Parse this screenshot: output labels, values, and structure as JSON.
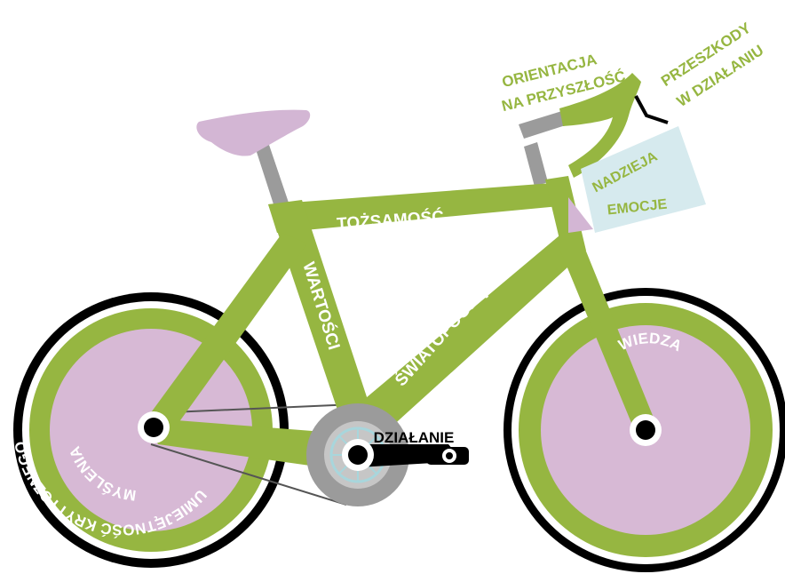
{
  "colors": {
    "green": "#96b641",
    "pink": "#d7b9d5",
    "tire": "#000000",
    "grey": "#9b9b9b",
    "light_blue": "#d6eaee",
    "lilac": "#d3b6d4",
    "label_white": "#ffffff",
    "label_green": "#96b641",
    "label_black": "#000000"
  },
  "labels": {
    "tozsamosc": "TOŻSAMOŚĆ",
    "wartosci": "WARTOŚCI",
    "swiatopoglad": "ŚWIATOPOGLĄD",
    "dzialanie": "DZIAŁANIE",
    "wiedza": "WIEDZA",
    "umiejetnosc": "UMIEJĘTNOŚĆ KRYTYCZNEGO",
    "myslenia": "MYŚLENIA",
    "orientacja_1": "ORIENTACJA",
    "orientacja_2": "NA PRZYSZŁOŚĆ",
    "przeszkody_1": "PRZESZKODY",
    "przeszkody_2": "W DZIAŁANIU",
    "nadzieja": "NADZIEJA",
    "emocje": "EMOCJE"
  },
  "icons": {
    "seat": "bike-seat-icon",
    "chainring": "chainring-icon",
    "pedal": "pedal-icon",
    "handlebar": "handlebar-icon",
    "bag": "handlebar-bag-icon"
  }
}
